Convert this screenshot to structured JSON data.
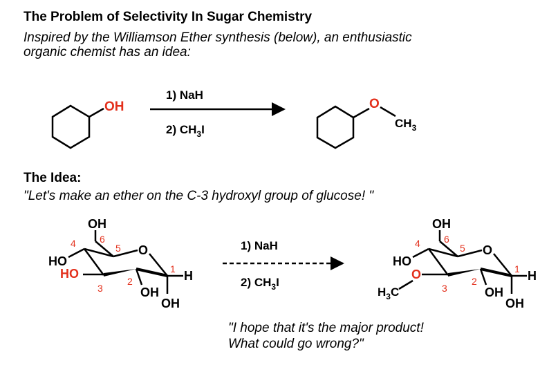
{
  "header": {
    "title": "The Problem of Selectivity In Sugar Chemistry",
    "intro_line1": "Inspired by the Williamson Ether synthesis (below), an enthusiastic",
    "intro_line2": "organic chemist has an idea:"
  },
  "reaction1": {
    "reactant_oh": "OH",
    "step1": "1) NaH",
    "step2_prefix": "2)  CH",
    "step2_sub": "3",
    "step2_suffix": "I",
    "product_o": "O",
    "product_ch": "CH",
    "product_sub": "3"
  },
  "idea": {
    "heading": "The Idea:",
    "quote": "\"Let's make an ether on the C-3 hydroxyl group of glucose! \""
  },
  "reaction2": {
    "step1": "1) NaH",
    "step2_prefix": "2)  CH",
    "step2_sub": "3",
    "step2_suffix": "I",
    "glucose": {
      "oh6": "OH",
      "ring_o": "O",
      "oh4": "HO",
      "oh3": "HO",
      "oh2": "OH",
      "h1": "H",
      "oh1": "OH",
      "num6": "6",
      "num5": "5",
      "num4": "4",
      "num3": "3",
      "num2": "2",
      "num1": "1"
    },
    "product": {
      "oh6": "OH",
      "ring_o": "O",
      "oh4": "HO",
      "o3": "O",
      "h3c": "H",
      "h3c_sub": "3",
      "h3c_c": "C",
      "oh2": "OH",
      "h1": "H",
      "oh1": "OH",
      "num6": "6",
      "num5": "5",
      "num4": "4",
      "num3": "3",
      "num2": "2",
      "num1": "1"
    }
  },
  "footer": {
    "hope_line1": "\"I hope that it's the major product!",
    "hope_line2": "What could go wrong?\""
  },
  "colors": {
    "text": "#000000",
    "highlight": "#e3301c"
  }
}
